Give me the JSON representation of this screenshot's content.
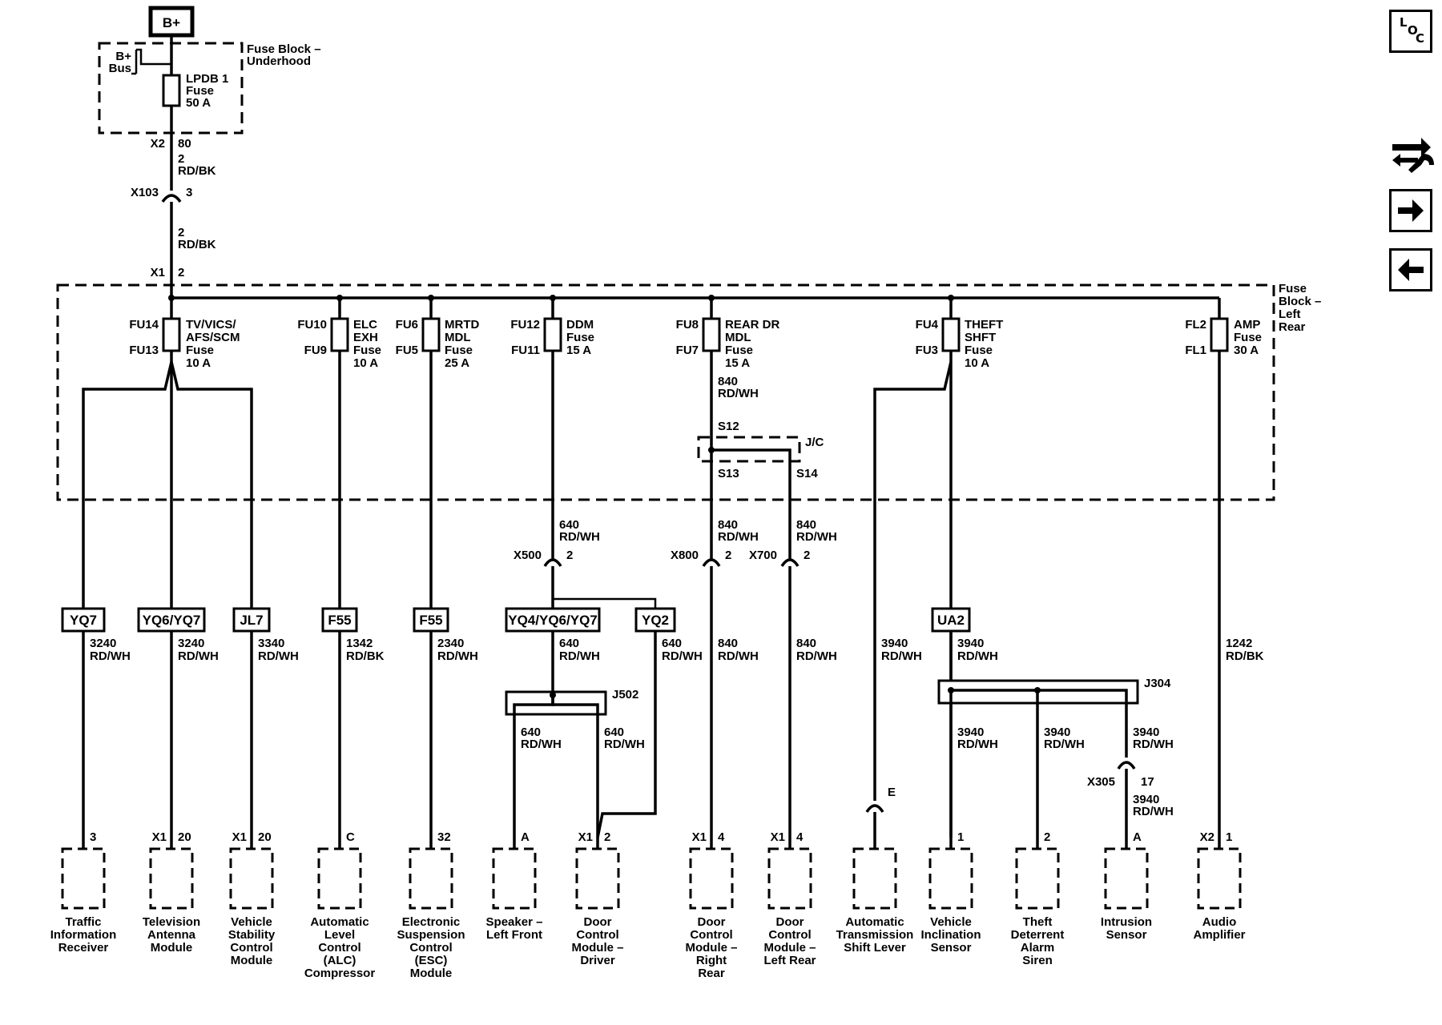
{
  "power": {
    "battery": "B+",
    "bus_l1": "B+",
    "bus_l2": "Bus",
    "fuse_block_underhood_l1": "Fuse Block –",
    "fuse_block_underhood_l2": "Underhood",
    "lpdb_l1": "LPDB 1",
    "lpdb_l2": "Fuse",
    "lpdb_l3": "50 A",
    "x2": "X2",
    "x2_pin": "80",
    "wire1_num": "2",
    "wire1_color": "RD/BK",
    "x103": "X103",
    "x103_pin": "3",
    "wire2_num": "2",
    "wire2_color": "RD/BK",
    "x1": "X1",
    "x1_pin": "2"
  },
  "fuse_block_rear": {
    "l1": "Fuse",
    "l2": "Block –",
    "l3": "Left",
    "l4": "Rear"
  },
  "fuses": [
    {
      "top_id": "FU14",
      "bot_id": "FU13",
      "l1": "TV/VICS/",
      "l2": "AFS/SCM",
      "l3": "Fuse",
      "l4": "10 A"
    },
    {
      "top_id": "FU10",
      "bot_id": "FU9",
      "l1": "ELC",
      "l2": "EXH",
      "l3": "Fuse",
      "l4": "10 A"
    },
    {
      "top_id": "FU6",
      "bot_id": "FU5",
      "l1": "MRTD",
      "l2": "MDL",
      "l3": "Fuse",
      "l4": "25 A"
    },
    {
      "top_id": "FU12",
      "bot_id": "FU11",
      "l1": "DDM",
      "l2": "Fuse",
      "l3": "15 A",
      "l4": ""
    },
    {
      "top_id": "FU8",
      "bot_id": "FU7",
      "l1": "REAR DR",
      "l2": "MDL",
      "l3": "Fuse",
      "l4": "15 A"
    },
    {
      "top_id": "FU4",
      "bot_id": "FU3",
      "l1": "THEFT",
      "l2": "SHFT",
      "l3": "Fuse",
      "l4": "10 A"
    },
    {
      "top_id": "FL2",
      "bot_id": "FL1",
      "l1": "AMP",
      "l2": "Fuse",
      "l3": "30 A",
      "l4": ""
    }
  ],
  "splice": {
    "s12": "S12",
    "s13": "S13",
    "s14": "S14",
    "jc": "J/C",
    "j502": "J502",
    "j304": "J304"
  },
  "wires": {
    "w840_num": "840",
    "w840_color": "RD/WH",
    "w640_num": "640",
    "w640_color": "RD/WH",
    "w3240_num": "3240",
    "w3240_color": "RD/WH",
    "w3340_num": "3340",
    "w3340_color": "RD/WH",
    "w1342_num": "1342",
    "w1342_color": "RD/BK",
    "w2340_num": "2340",
    "w2340_color": "RD/WH",
    "w3940_num": "3940",
    "w3940_color": "RD/WH",
    "w1242_num": "1242",
    "w1242_color": "RD/BK"
  },
  "connectors": {
    "x500": "X500",
    "x500_pin": "2",
    "x800": "X800",
    "x800_pin": "2",
    "x700": "X700",
    "x700_pin": "2",
    "x305": "X305",
    "x305_pin": "17",
    "e": "E"
  },
  "options": {
    "yq7": "YQ7",
    "yq6yq7": "YQ6/YQ7",
    "jl7": "JL7",
    "f55a": "F55",
    "f55b": "F55",
    "yq4": "YQ4/YQ6/YQ7",
    "yq2": "YQ2",
    "ua2": "UA2"
  },
  "components": [
    {
      "conn": "",
      "pin": "3",
      "l1": "Traffic",
      "l2": "Information",
      "l3": "Receiver",
      "l4": "",
      "l5": ""
    },
    {
      "conn": "X1",
      "pin": "20",
      "l1": "Television",
      "l2": "Antenna",
      "l3": "Module",
      "l4": "",
      "l5": ""
    },
    {
      "conn": "X1",
      "pin": "20",
      "l1": "Vehicle",
      "l2": "Stability",
      "l3": "Control",
      "l4": "Module",
      "l5": ""
    },
    {
      "conn": "",
      "pin": "C",
      "l1": "Automatic",
      "l2": "Level",
      "l3": "Control",
      "l4": "(ALC)",
      "l5": "Compressor"
    },
    {
      "conn": "",
      "pin": "32",
      "l1": "Electronic",
      "l2": "Suspension",
      "l3": "Control",
      "l4": "(ESC)",
      "l5": "Module"
    },
    {
      "conn": "",
      "pin": "A",
      "l1": "Speaker –",
      "l2": "Left Front",
      "l3": "",
      "l4": "",
      "l5": ""
    },
    {
      "conn": "X1",
      "pin": "2",
      "l1": "Door",
      "l2": "Control",
      "l3": "Module –",
      "l4": "Driver",
      "l5": ""
    },
    {
      "conn": "X1",
      "pin": "4",
      "l1": "Door",
      "l2": "Control",
      "l3": "Module –",
      "l4": "Right",
      "l5": "Rear"
    },
    {
      "conn": "X1",
      "pin": "4",
      "l1": "Door",
      "l2": "Control",
      "l3": "Module –",
      "l4": "Left Rear",
      "l5": ""
    },
    {
      "conn": "",
      "pin": "",
      "l1": "Automatic",
      "l2": "Transmission",
      "l3": "Shift Lever",
      "l4": "",
      "l5": ""
    },
    {
      "conn": "",
      "pin": "1",
      "l1": "Vehicle",
      "l2": "Inclination",
      "l3": "Sensor",
      "l4": "",
      "l5": ""
    },
    {
      "conn": "",
      "pin": "2",
      "l1": "Theft",
      "l2": "Deterrent",
      "l3": "Alarm",
      "l4": "Siren",
      "l5": ""
    },
    {
      "conn": "",
      "pin": "A",
      "l1": "Intrusion",
      "l2": "Sensor",
      "l3": "",
      "l4": "",
      "l5": ""
    },
    {
      "conn": "X2",
      "pin": "1",
      "l1": "Audio",
      "l2": "Amplifier",
      "l3": "",
      "l4": "",
      "l5": ""
    }
  ],
  "nav": {
    "loc_l": "L",
    "loc_o": "O",
    "loc_c": "C",
    "icons": [
      "loc-icon",
      "wrench-arrows-icon",
      "arrow-right-icon",
      "arrow-left-icon"
    ]
  }
}
